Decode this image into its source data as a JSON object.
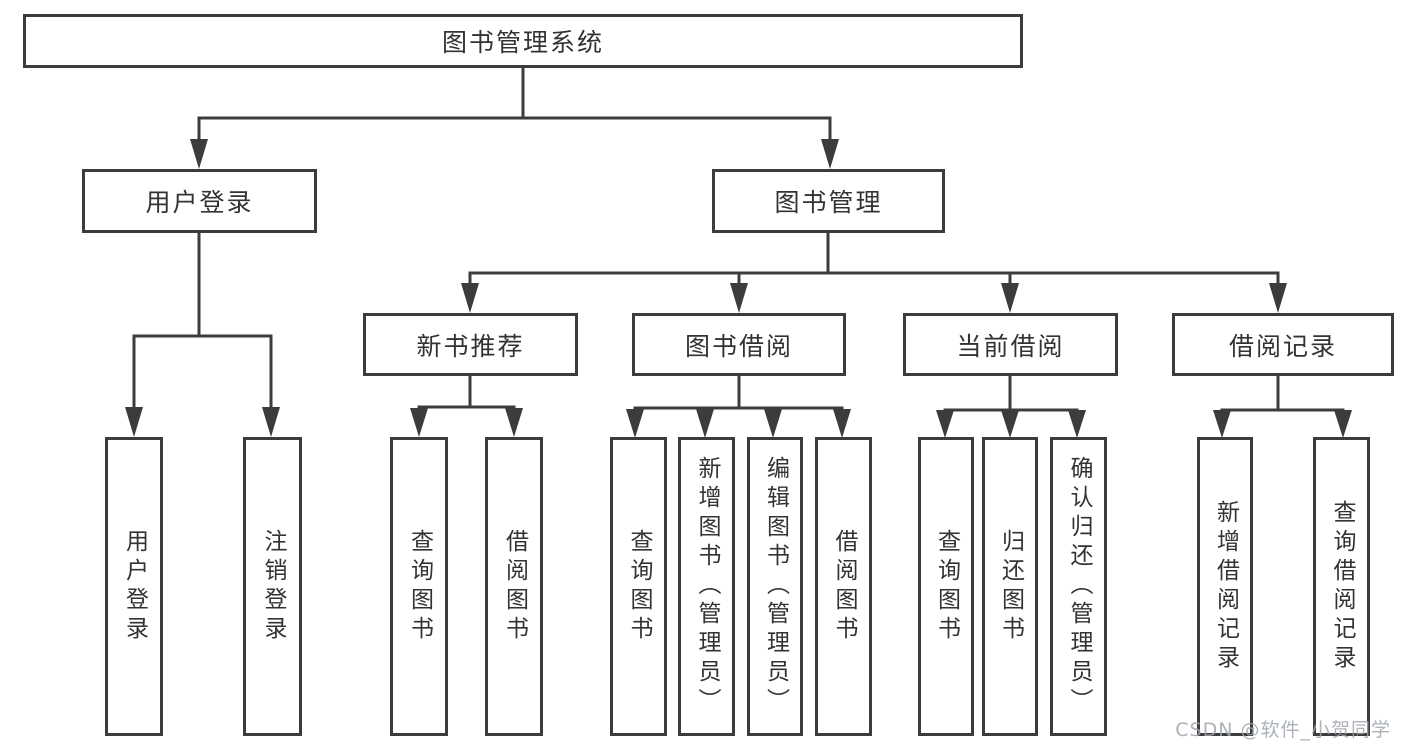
{
  "tree": {
    "root": "图书管理系统",
    "branches": [
      {
        "label": "用户登录",
        "children": [
          "用户登录",
          "注销登录"
        ]
      },
      {
        "label": "图书管理",
        "sections": [
          {
            "label": "新书推荐",
            "children": [
              "查询图书",
              "借阅图书"
            ]
          },
          {
            "label": "图书借阅",
            "children": [
              "查询图书",
              "新增图书（管理员）",
              "编辑图书（管理员）",
              "借阅图书"
            ]
          },
          {
            "label": "当前借阅",
            "children": [
              "查询图书",
              "归还图书",
              "确认归还（管理员）"
            ]
          },
          {
            "label": "借阅记录",
            "children": [
              "新增借阅记录",
              "查询借阅记录"
            ]
          }
        ]
      }
    ]
  },
  "watermark": "CSDN @软件_小贺同学",
  "colors": {
    "line": "#3c3c3c",
    "text": "#333333",
    "box_background": "#ffffff",
    "watermark": "#9ea5ac"
  }
}
